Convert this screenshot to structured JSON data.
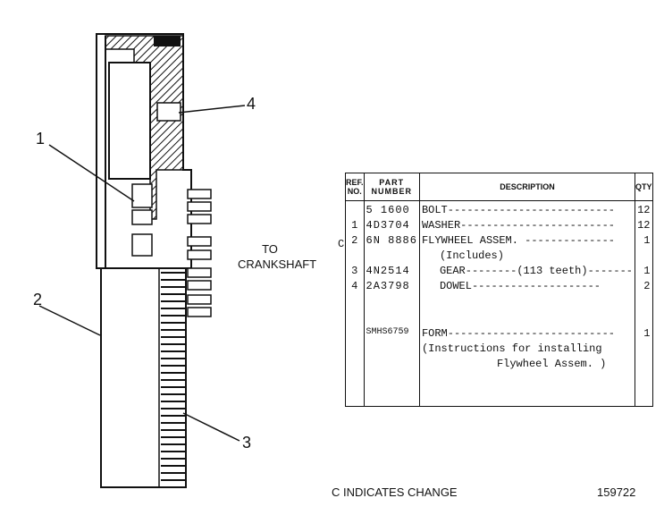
{
  "callouts": [
    "1",
    "2",
    "3",
    "4"
  ],
  "to_label": [
    "TO",
    "CRANKSHAFT"
  ],
  "table": {
    "headers": {
      "ref": "REF. NO.",
      "part": "PART NUMBER",
      "desc": "DESCRIPTION",
      "qty": "QTY"
    },
    "rows": [
      {
        "ref": "",
        "part": "5 1600",
        "desc": "BOLT--------------------------",
        "qty": "12"
      },
      {
        "ref": "1",
        "part": "4D3704",
        "desc": "WASHER------------------------",
        "qty": "12"
      },
      {
        "ref": "2",
        "part": "6N 8886",
        "desc": "FLYWHEEL ASSEM. --------------",
        "qty": "1"
      },
      {
        "ref": "",
        "part": "",
        "desc": "(Includes)",
        "qty": ""
      },
      {
        "ref": "3",
        "part": "4N2514",
        "desc": "GEAR--------(113 teeth)-------",
        "qty": "1"
      },
      {
        "ref": "4",
        "part": "2A3798",
        "desc": "DOWEL--------------------",
        "qty": "2"
      },
      {
        "ref": "",
        "part": "SMHS6759",
        "desc": "FORM--------------------------",
        "qty": "1"
      },
      {
        "ref": "",
        "part": "",
        "desc": "(Instructions for installing",
        "qty": ""
      },
      {
        "ref": "",
        "part": "",
        "desc": "Flywheel Assem. )",
        "qty": ""
      }
    ],
    "change_mark": "C"
  },
  "footer": {
    "note": "C INDICATES CHANGE",
    "number": "159722"
  }
}
